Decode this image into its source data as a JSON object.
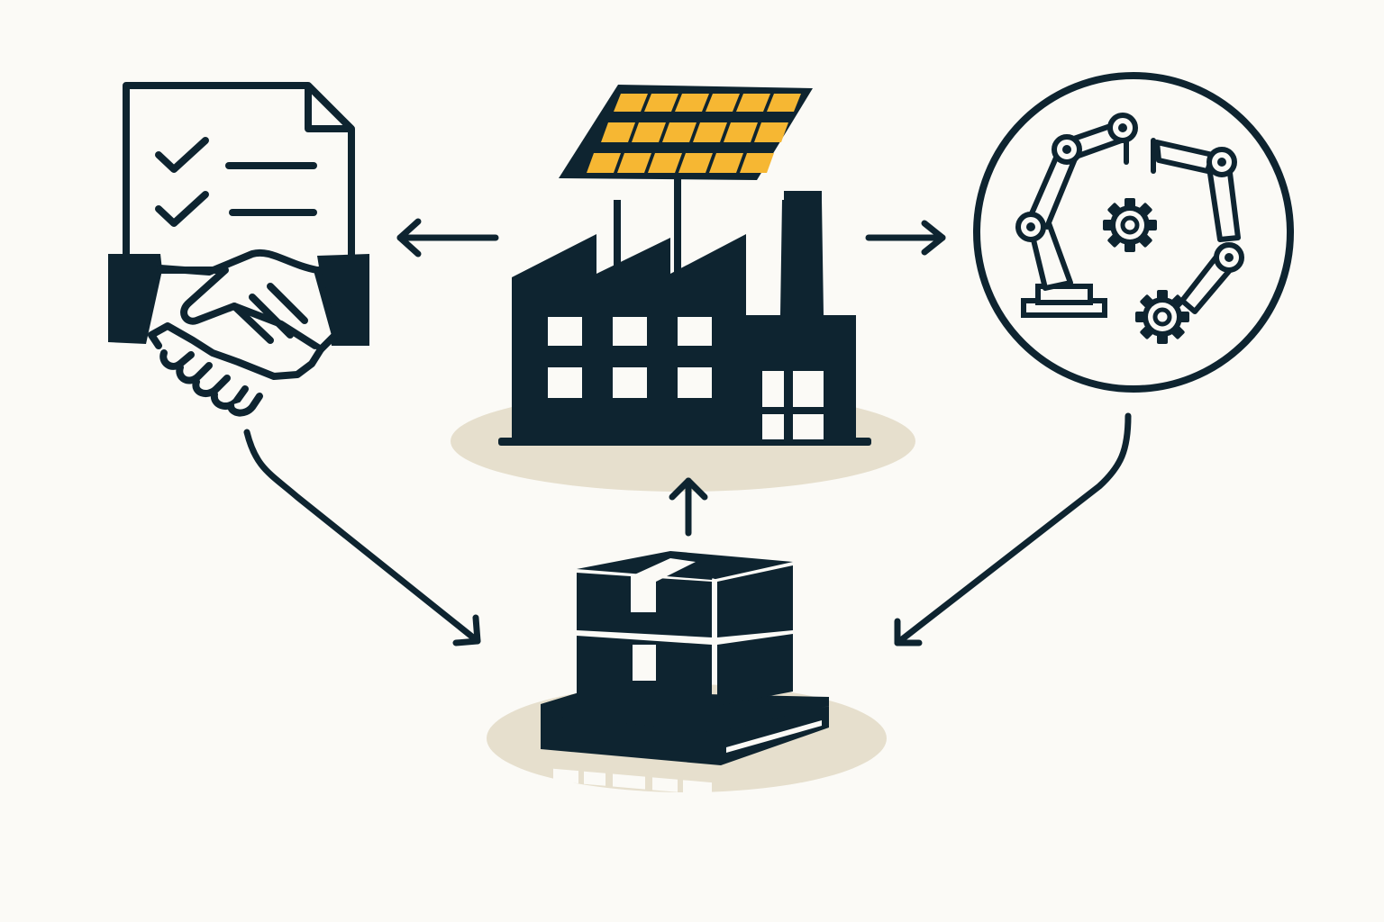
{
  "diagram": {
    "nodes": [
      {
        "id": "contract",
        "icon": "contract-handshake-icon"
      },
      {
        "id": "factory",
        "icon": "solar-factory-icon"
      },
      {
        "id": "automation",
        "icon": "robotic-arms-gears-icon"
      },
      {
        "id": "inventory",
        "icon": "pallet-boxes-icon"
      }
    ],
    "edges": [
      {
        "from": "factory",
        "to": "contract"
      },
      {
        "from": "factory",
        "to": "automation"
      },
      {
        "from": "inventory",
        "to": "factory"
      },
      {
        "from": "contract",
        "to": "inventory"
      },
      {
        "from": "automation",
        "to": "inventory"
      }
    ]
  },
  "colors": {
    "background": "#fbfaf6",
    "ink": "#0e2430",
    "solar_cell": "#f6b733",
    "shadow": "#e6dfcd"
  }
}
